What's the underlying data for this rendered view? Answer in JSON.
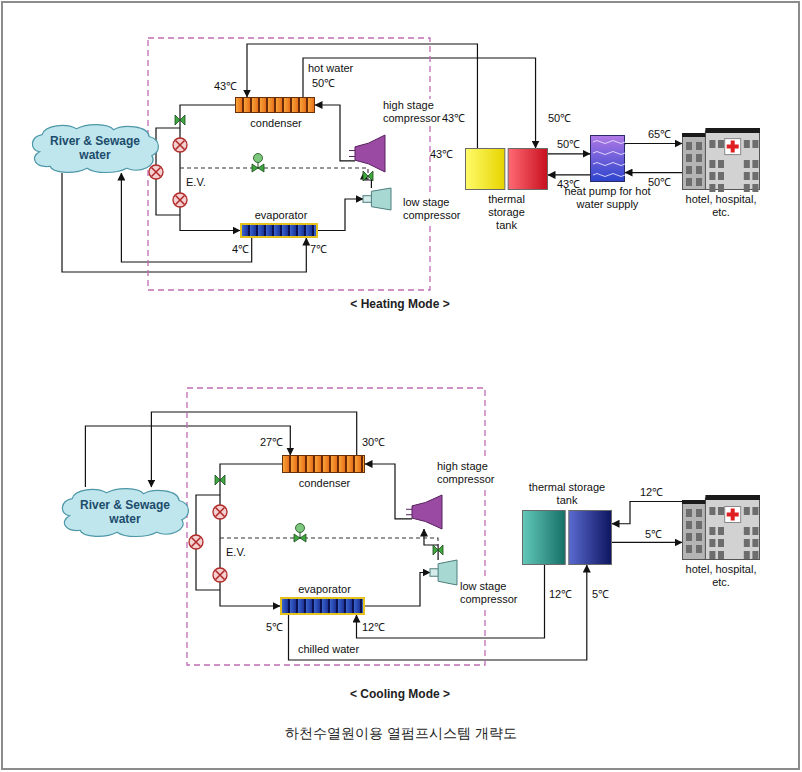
{
  "diagram": {
    "caption": "하천수열원이용 열펌프시스템 개략도",
    "nodes": [
      {
        "text": [
          "condenser"
        ]
      },
      {
        "text": [
          "River & Sewage water"
        ]
      },
      {
        "text": [
          "high stage compressor"
        ]
      },
      {
        "text": [
          "evaporator"
        ]
      },
      {
        "text": [
          "low stage compressor"
        ]
      },
      {
        "text": [
          "thermal storage tank"
        ]
      },
      {
        "text": [
          "heat pump for hot water supply"
        ]
      },
      {
        "text": [
          "hotel, hospital, etc."
        ]
      },
      {
        "text": [
          "River & Sewage water"
        ]
      },
      {
        "text": [
          "condenser"
        ]
      },
      {
        "text": [
          "high stage compressor"
        ]
      },
      {
        "text": [
          "thermal storage tank"
        ]
      },
      {
        "text": [
          "hotel, hospital, etc."
        ]
      },
      {
        "text": [
          "evaporator"
        ]
      },
      {
        "text": [
          "low stage compressor"
        ]
      }
    ],
    "edges": [
      {
        "from": 1,
        "to": 3,
        "arrow": "to"
      },
      {
        "from": 3,
        "to": 1,
        "arrow": "to"
      },
      {
        "from": 0,
        "to": 3,
        "arrow": "to"
      },
      {
        "from": 3,
        "to": 4,
        "arrow": "to"
      },
      {
        "from": 4,
        "to": 2,
        "arrow": "to"
      },
      {
        "from": 2,
        "to": 0,
        "arrow": "to"
      },
      {
        "from": 0,
        "to": 5,
        "arrow": "to"
      },
      {
        "from": 5,
        "to": 0,
        "arrow": "to"
      },
      {
        "from": 5,
        "to": 6,
        "arrow": "to"
      },
      {
        "from": 6,
        "to": 5,
        "arrow": "to"
      },
      {
        "from": 6,
        "to": 7,
        "arrow": "to"
      },
      {
        "from": 7,
        "to": 6,
        "arrow": "to"
      },
      {
        "from": 8,
        "to": 9,
        "arrow": "to"
      },
      {
        "from": 9,
        "to": 8,
        "arrow": "to"
      },
      {
        "from": 9,
        "to": 13,
        "arrow": "to"
      },
      {
        "from": 13,
        "to": 14,
        "arrow": "to"
      },
      {
        "from": 14,
        "to": 10,
        "arrow": "to"
      },
      {
        "from": 10,
        "to": 9,
        "arrow": "to"
      },
      {
        "from": 12,
        "to": 11,
        "arrow": "to"
      },
      {
        "from": 11,
        "to": 12,
        "arrow": "to"
      },
      {
        "from": 11,
        "to": 13,
        "arrow": "to"
      },
      {
        "from": 13,
        "to": 11,
        "arrow": "to"
      }
    ],
    "labels": [
      "43℃",
      "hot water",
      "50℃",
      "43℃",
      "50℃",
      "43℃",
      "E.V.",
      "50℃",
      "65℃",
      "43℃",
      "50℃",
      "4℃",
      "7℃",
      "< Heating Mode >",
      "27℃",
      "30℃",
      "E.V.",
      "12℃",
      "5℃",
      "12℃",
      "5℃",
      "5℃",
      "12℃",
      "chilled water",
      "< Cooling Mode >"
    ]
  }
}
